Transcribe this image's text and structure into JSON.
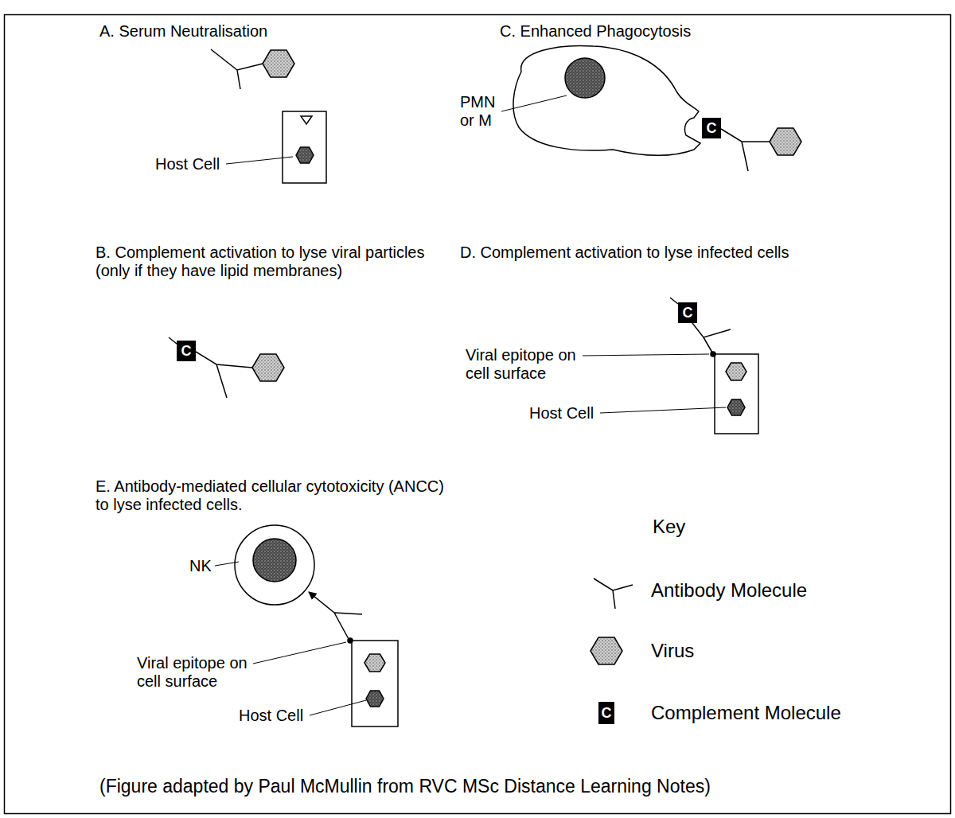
{
  "diagram": {
    "caption": "(Figure adapted by Paul McMullin from RVC MSc Distance Learning Notes)",
    "nodes": [
      {
        "text": [
          "C"
        ]
      },
      {
        "text": [
          "C"
        ]
      },
      {
        "text": [
          "C"
        ]
      },
      {
        "text": [
          "C"
        ]
      }
    ],
    "labels": [
      "A. Serum Neutralisation",
      "C. Enhanced Phagocytosis",
      "PMN or M",
      "Host Cell",
      "B. Complement activation to lyse viral particles (only if they have lipid membranes)",
      "D. Complement activation to lyse infected cells",
      "Viral epitope on cell surface",
      "Host Cell",
      "E. Antibody-mediated cellular cytotoxicity (ANCC) to lyse infected cells.",
      "NK",
      "Viral epitope on cell surface",
      "Host Cell",
      "Key"
    ],
    "legend": [
      {
        "text": "Antibody Molecule"
      },
      {
        "text": "Virus"
      },
      {
        "text": "Complement Molecule"
      }
    ]
  }
}
